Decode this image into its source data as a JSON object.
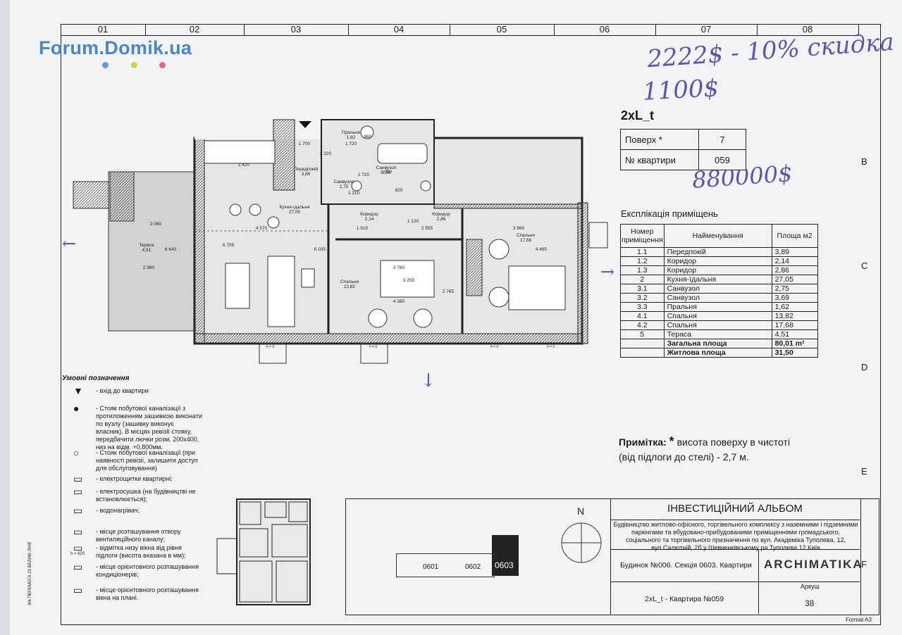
{
  "watermark": {
    "text": "Forum.Domik.ua"
  },
  "grid": {
    "columns": [
      "01",
      "02",
      "03",
      "04",
      "05",
      "06",
      "07",
      "08"
    ],
    "rows": [
      "B",
      "C",
      "D",
      "E",
      "F"
    ],
    "format": "Format A3"
  },
  "handwritten": {
    "line1": "2222$ - 10% скидка",
    "line2": "1100$",
    "line3": "880000$"
  },
  "apartment": {
    "code": "2xL_t",
    "floor_label": "Поверх *",
    "floor_value": "7",
    "apt_label": "№ квартири",
    "apt_value": "059"
  },
  "explication": {
    "title": "Експлікація приміщень",
    "headers": [
      "Номер приміщення",
      "Найменування",
      "Площа м2"
    ],
    "rows": [
      {
        "num": "1.1",
        "name": "Передпокій",
        "area": "3,89"
      },
      {
        "num": "1.2",
        "name": "Коридор",
        "area": "2,14"
      },
      {
        "num": "1.3",
        "name": "Коридор",
        "area": "2,86"
      },
      {
        "num": "2",
        "name": "Кухня-їдальня",
        "area": "27,05"
      },
      {
        "num": "3.1",
        "name": "Санвузол",
        "area": "2,75"
      },
      {
        "num": "3.2",
        "name": "Санвузол",
        "area": "3,69"
      },
      {
        "num": "3.3",
        "name": "Пральня",
        "area": "1,62"
      },
      {
        "num": "4.1",
        "name": "Спальня",
        "area": "13,82"
      },
      {
        "num": "4.2",
        "name": "Спальня",
        "area": "17,68"
      },
      {
        "num": "5",
        "name": "Тераса",
        "area": "4,51"
      }
    ],
    "total_label": "Загальна площа",
    "total_value": "80,01 m²",
    "living_label": "Житлова площа",
    "living_value": "31,50"
  },
  "note": {
    "label": "Примітка:",
    "star": "*",
    "line1": "висота поверху в чистоті",
    "line2": "(від підлоги до стелі) - 2,7 м."
  },
  "legend": {
    "title": "Умовні позначення",
    "items": [
      "- вхід до квартири",
      "- Стояк побутової каналізації з протиложенням зашивкою виконати по вузлу (зашивку виконує власник). В місцях ревізії стояку, передбачити лючки розм. 200x400, низ на відм. +0,800мм.",
      "- Стояк побутової каналізації (при наявності ревізії, залишити доступ для обслуговування)",
      "- електрощитки квартирні;",
      "- електросушка (на будівництві не встановлюється);",
      "- водонагрівач;",
      "- місце розташування отвору вентиляційного каналу;",
      "- відмітка низу вікна від рівня підлоги (висота вказана в мм);",
      "- місце орієнтовного розташування кондиціонерів;",
      "- місце орієнтовного розташування вікна на плані."
    ],
    "window_mark": "h = 620"
  },
  "plan": {
    "rooms": [
      {
        "name": "Тераса",
        "area": "4,51"
      },
      {
        "name": "Кухня-їдальня",
        "area": "27,05"
      },
      {
        "name": "Передпокій",
        "area": "3,89"
      },
      {
        "name": "Пральня",
        "area": "1,62"
      },
      {
        "name": "Санвузол",
        "area": "3,69"
      },
      {
        "name": "Санвузол",
        "area": "2,75"
      },
      {
        "name": "Коридор",
        "area": "2,14"
      },
      {
        "name": "Коридор",
        "area": "2,86"
      },
      {
        "name": "Спальня",
        "area": "13,82"
      },
      {
        "name": "Спальня",
        "area": "17,68"
      }
    ],
    "dims": [
      "2 420",
      "1 700",
      "2 320",
      "1 720",
      "1 720",
      "2 050",
      "1 210",
      "820",
      "4 570",
      "1 915",
      "1 120",
      "2 555",
      "3 960",
      "2 060",
      "6 640",
      "2 960",
      "6 705",
      "5 035",
      "3 780",
      "3 255",
      "4 380",
      "2 765",
      "4 465",
      "960"
    ],
    "sill_mark": "h = 0"
  },
  "titleblock": {
    "album": "ІНВЕСТИЦІЙНИЙ АЛЬБОМ",
    "description": "Будівництво житлово-офісного, торгівельного комплексу з наземними і підземними паркінгами та вбудовано-прибудованими приміщеннями громадського, соціального та торгівельного призначення по вул. Академіка Туполева, 12, вул.Салютній, 2б у Шевченківському ра Туполева 12 Київ",
    "building": "Будинок №006. Секція 0603. Квартири",
    "company": "ARCHIMATIKA",
    "apartment": "2xL_t - Квартира №059",
    "sheet_label": "Аркуш",
    "sheet_num": "38",
    "north": "N",
    "sections": [
      "0601",
      "0602",
      "0603"
    ]
  },
  "side_text": "ЖК ПЕРЕМОГА 23 ВЕЛИКІ ЛІНІЇ"
}
